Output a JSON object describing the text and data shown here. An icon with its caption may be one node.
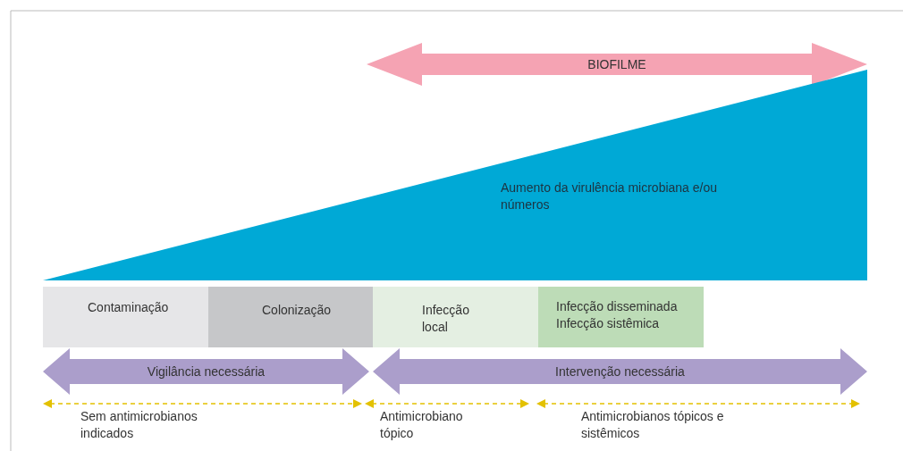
{
  "diagram": {
    "nodes": [
      {
        "text": [
          "BIOFILME"
        ]
      },
      {
        "text": [
          "Aumento da virulência microbiana e/ou números"
        ]
      },
      {
        "text": [
          "Contaminação"
        ]
      },
      {
        "text": [
          "Colonização"
        ]
      },
      {
        "text": [
          "Infecção local"
        ]
      },
      {
        "text": [
          "Infecção disseminada Infecção sistêmica"
        ]
      },
      {
        "text": [
          "Vigilância necessária"
        ]
      },
      {
        "text": [
          "Intervenção necessária"
        ]
      }
    ],
    "labels": [
      "Sem antimicrobianos indicados",
      "Antimicrobiano tópico",
      "Antimicrobianos tópicos e sistêmicos"
    ]
  }
}
